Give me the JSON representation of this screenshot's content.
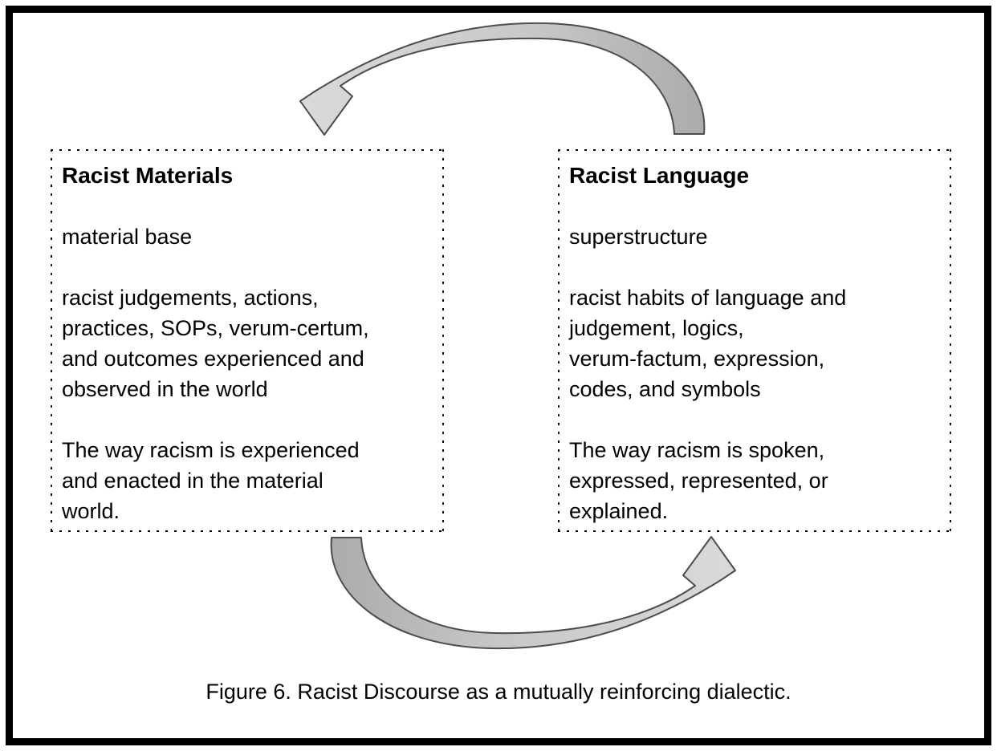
{
  "figure": {
    "caption": "Figure 6. Racist Discourse as a mutually reinforcing dialectic."
  },
  "boxes": {
    "left": {
      "title": "Racist Materials",
      "paragraphs": [
        "material base",
        "racist judgements, actions,\npractices, SOPs, verum-certum,\nand outcomes experienced and\nobserved in the world",
        "The way racism is experienced\nand enacted in the material\nworld."
      ]
    },
    "right": {
      "title": "Racist Language",
      "paragraphs": [
        "superstructure",
        "racist habits of language and\njudgement, logics,\nverum-factum, expression,\ncodes, and symbols",
        "The way racism is spoken,\nexpressed, represented, or\nexplained."
      ]
    }
  },
  "arrows": {
    "top": {
      "from": "Racist Language",
      "to": "Racist Materials",
      "direction": "right-to-left"
    },
    "bottom": {
      "from": "Racist Materials",
      "to": "Racist Language",
      "direction": "left-to-right"
    }
  },
  "colors": {
    "arrow_head": "#dcdcdc",
    "arrow_mid": "#c8c8c8",
    "arrow_tail": "#a6a6a6",
    "arrow_outline": "#4d4d4d",
    "frame_border": "#000000",
    "text": "#000000",
    "background": "#ffffff"
  }
}
